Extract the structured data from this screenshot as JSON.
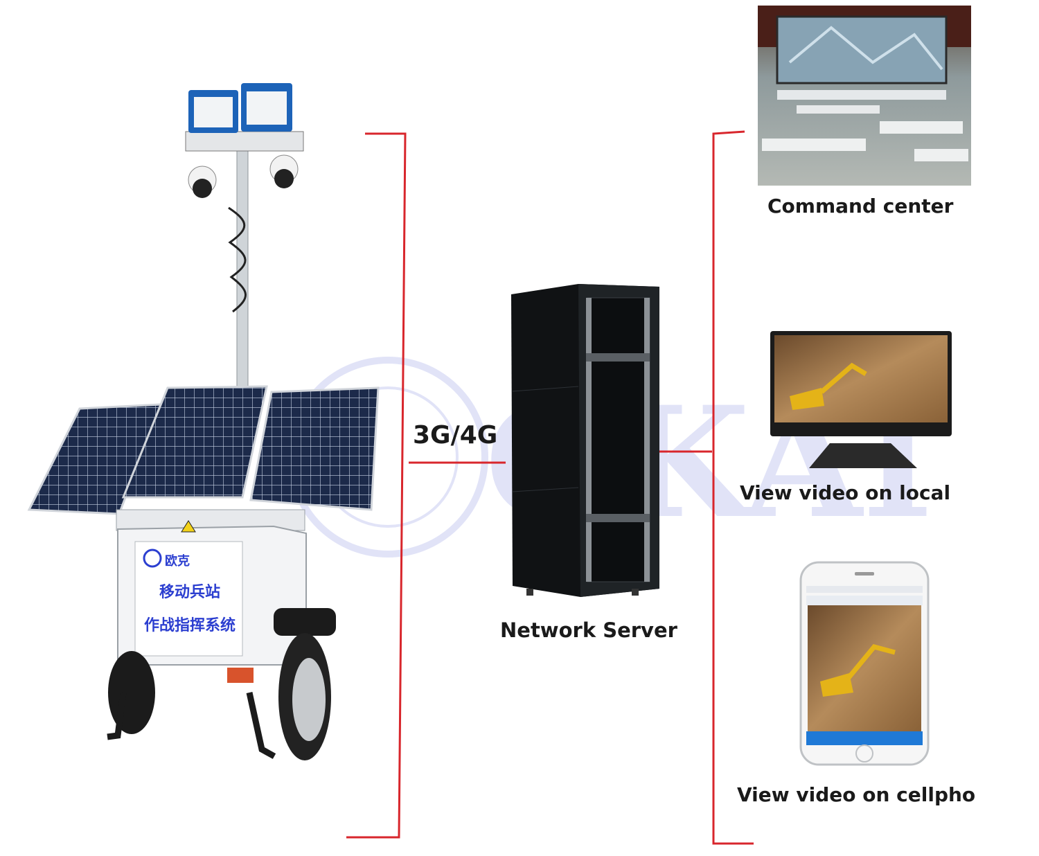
{
  "link_label": "3G/4G",
  "server": {
    "label": "Network Server"
  },
  "endpoints": [
    {
      "label": "Command center",
      "icon": "control-room-photo"
    },
    {
      "label": "View video on local",
      "icon": "monitor-excavator-photo"
    },
    {
      "label": "View video on cellpho",
      "icon": "phone-excavator-photo"
    }
  ],
  "trailer": {
    "brand": "欧克",
    "line1": "移动兵站",
    "line2": "作战指挥系统"
  },
  "watermark": "OKAI",
  "colors": {
    "connector": "#d8262c",
    "trailer_text": "#2c3fd0",
    "watermark": "#c9cdf2"
  }
}
